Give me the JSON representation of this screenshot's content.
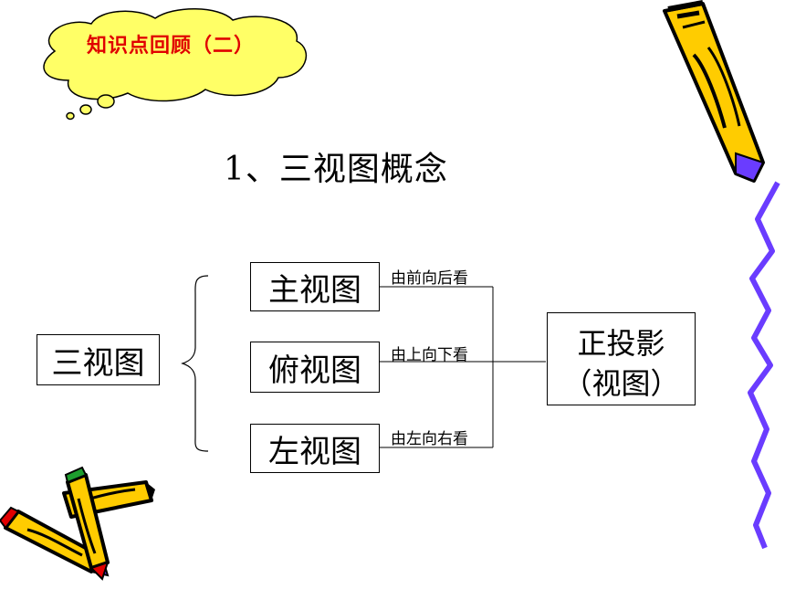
{
  "badge": {
    "text": "知识点回顾（二）"
  },
  "title": "1、三视图概念",
  "root": "三视图",
  "views": [
    {
      "name": "主视图",
      "direction": "由前向后看"
    },
    {
      "name": "俯视图",
      "direction": "由上向下看"
    },
    {
      "name": "左视图",
      "direction": "由左向右看"
    }
  ],
  "result": {
    "line1": "正投影",
    "line2": "（视图）"
  },
  "colors": {
    "badge_text": "#e00000",
    "cloud_fill": "#ffff66",
    "pencil_body": "#ffcc00",
    "pencil_tip": "#6a3cff",
    "squiggle": "#6a3cff"
  }
}
